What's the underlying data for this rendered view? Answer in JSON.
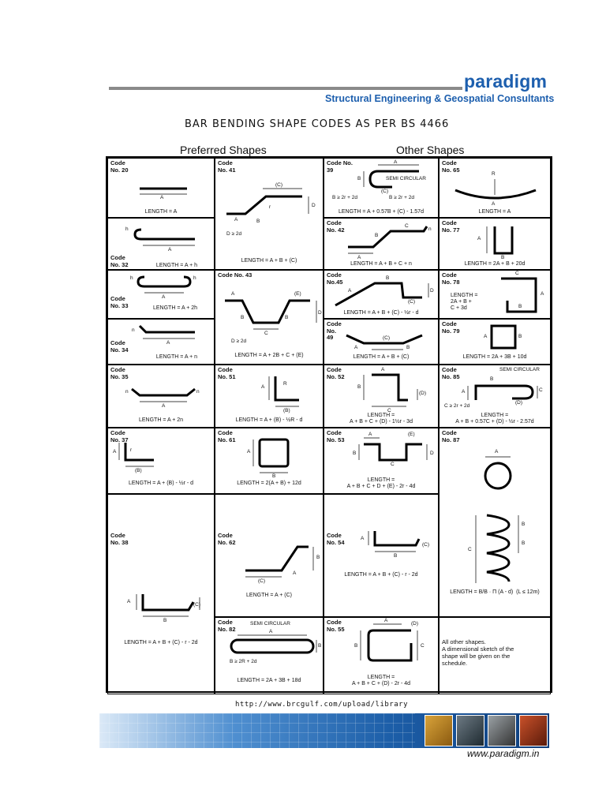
{
  "header": {
    "brand": "paradigm",
    "subtitle": "Structural Engineering & Geospatial Consultants",
    "title": "BAR BENDING SHAPE CODES AS PER BS 4466"
  },
  "columns": {
    "preferred": "Preferred Shapes",
    "other": "Other Shapes"
  },
  "shapes": {
    "c20": {
      "code": "Code\nNo. 20",
      "length": "LENGTH = A",
      "labels": [
        "A"
      ]
    },
    "c32": {
      "code": "Code\nNo. 32",
      "length": "LENGTH = A + h",
      "labels": [
        "h",
        "A"
      ]
    },
    "c33": {
      "code": "Code\nNo. 33",
      "length": "LENGTH = A + 2h",
      "labels": [
        "h",
        "h",
        "A"
      ]
    },
    "c34": {
      "code": "Code\nNo. 34",
      "length": "LENGTH = A + n",
      "labels": [
        "n",
        "A"
      ]
    },
    "c35": {
      "code": "Code\nNo. 35",
      "length": "LENGTH = A + 2n",
      "labels": [
        "n",
        "n",
        "A"
      ]
    },
    "c37": {
      "code": "Code\nNo. 37",
      "length": "LENGTH = A + (B) - ½r - d",
      "labels": [
        "A",
        "r",
        "(B)"
      ]
    },
    "c38": {
      "code": "Code\nNo. 38",
      "length": "LENGTH = A + B + (C) - r - 2d",
      "labels": [
        "A",
        "(C)",
        "B"
      ]
    },
    "c41": {
      "code": "Code\nNo. 41",
      "length": "LENGTH = A + B + (C)",
      "labels": [
        "(C)",
        "D",
        "A",
        "B",
        "r",
        "D ≥ 2d"
      ]
    },
    "c43": {
      "code": "Code No. 43",
      "length": "LENGTH = A + 2B + C + (E)",
      "labels": [
        "A",
        "(E)",
        "B",
        "B",
        "C",
        "D",
        "D ≥ 2d"
      ]
    },
    "c51": {
      "code": "Code\nNo. 51",
      "length": "LENGTH = A + (B) - ½R - d",
      "labels": [
        "A",
        "R",
        "(B)"
      ]
    },
    "c61": {
      "code": "Code\nNo. 61",
      "length": "LENGTH = 2(A + B) + 12d",
      "labels": [
        "A",
        "B"
      ]
    },
    "c62": {
      "code": "Code\nNo. 62",
      "length": "LENGTH = A + (C)",
      "labels": [
        "B",
        "(C)",
        "A"
      ]
    },
    "c82": {
      "code": "Code\nNo. 82",
      "length": "LENGTH = 2A + 3B + 18d",
      "labels": [
        "SEMI CIRCULAR",
        "A",
        "B",
        "B ≥ 2R + 2d"
      ]
    },
    "c39": {
      "code": "Code No.\n39",
      "length": "LENGTH = A + 0.57B + (C) - 1.57d",
      "labels": [
        "A",
        "SEMI CIRCULAR",
        "B",
        "(C)",
        "B ≥ 2r + 2d",
        "B ≥ 2r + 2d"
      ]
    },
    "c42": {
      "code": "Code\nNo. 42",
      "length": "LENGTH = A + B + C + n",
      "labels": [
        "n",
        "A",
        "B",
        "C"
      ]
    },
    "c45": {
      "code": "Code\nNo.45",
      "length": "LENGTH = A + B + (C) - ½r - d",
      "labels": [
        "A",
        "B",
        "(C)",
        "D"
      ]
    },
    "c49": {
      "code": "Code\nNo.\n49",
      "length": "LENGTH = A + B + (C)",
      "labels": [
        "A",
        "B",
        "(C)"
      ]
    },
    "c52": {
      "code": "Code\nNo. 52",
      "length": "LENGTH =\nA + B + C + (D) - 1½r - 3d",
      "labels": [
        "A",
        "B",
        "C",
        "(D)"
      ]
    },
    "c53": {
      "code": "Code\nNo. 53",
      "length": "LENGTH =\nA + B + C + D + (E) - 2r - 4d",
      "labels": [
        "A",
        "(E)",
        "B",
        "C",
        "D"
      ]
    },
    "c54": {
      "code": "Code\nNo. 54",
      "length": "LENGTH = A + B + (C) - r - 2d",
      "labels": [
        "A",
        "(C)",
        "B"
      ]
    },
    "c55": {
      "code": "Code\nNo. 55",
      "length": "LENGTH =\nA + B + C + (D) - 2r - 4d",
      "labels": [
        "A",
        "(D)",
        "B",
        "C"
      ]
    },
    "c65": {
      "code": "Code\nNo. 65",
      "length": "LENGTH = A",
      "labels": [
        "R",
        "A"
      ]
    },
    "c77": {
      "code": "Code\nNo. 77",
      "length": "LENGTH = 2A + B + 20d",
      "labels": [
        "A",
        "B"
      ]
    },
    "c78": {
      "code": "Code\nNo. 78",
      "length": "LENGTH =\n2A + B +\nC + 3d",
      "labels": [
        "C",
        "A",
        "B"
      ]
    },
    "c79": {
      "code": "Code\nNo. 79",
      "length": "LENGTH = 2A + 3B + 10d",
      "labels": [
        "A",
        "B"
      ]
    },
    "c85": {
      "code": "Code\nNo. 85",
      "length": "LENGTH =\nA + B + 0.57C + (D) - ½r - 2.57d",
      "labels": [
        "SEMI CIRCULAR",
        "B",
        "A",
        "C",
        "(D)",
        "C ≥ 2r + 2d"
      ]
    },
    "c87": {
      "code": "Code\nNo. 87",
      "length": "LENGTH = B/B · Π (A - d)  (L ≤ 12m)",
      "labels": [
        "A",
        "B",
        "B",
        "C"
      ]
    },
    "other": {
      "note": "All other shapes.\nA dimensional sketch of the\nshape will be given on the\nschedule."
    }
  },
  "footer": {
    "url": "http://www.brcgulf.com/upload/library",
    "website": "www.paradigm.in"
  },
  "colors": {
    "brand": "#1d5fae",
    "rule": "#8a8a8a",
    "banner": "#1c5ea8"
  }
}
